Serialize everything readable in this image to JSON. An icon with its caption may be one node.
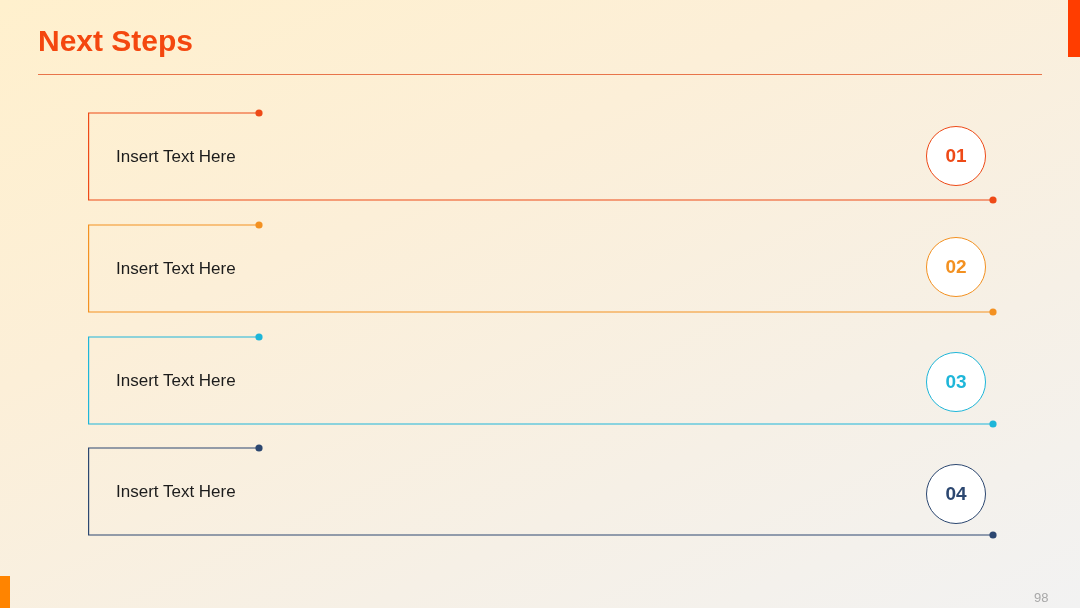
{
  "diagram": {
    "title": "Next Steps",
    "nodes": [
      {
        "text": [
          "Insert Text Here"
        ]
      },
      {
        "text": [
          "01"
        ],
        "in": 0
      },
      {
        "text": [
          "Insert Text Here"
        ]
      },
      {
        "text": [
          "02"
        ],
        "in": 2
      },
      {
        "text": [
          "Insert Text Here"
        ]
      },
      {
        "text": [
          "03"
        ],
        "in": 4
      },
      {
        "text": [
          "Insert Text Here"
        ]
      },
      {
        "text": [
          "04"
        ],
        "in": 6
      }
    ],
    "labels": [
      "98"
    ]
  }
}
